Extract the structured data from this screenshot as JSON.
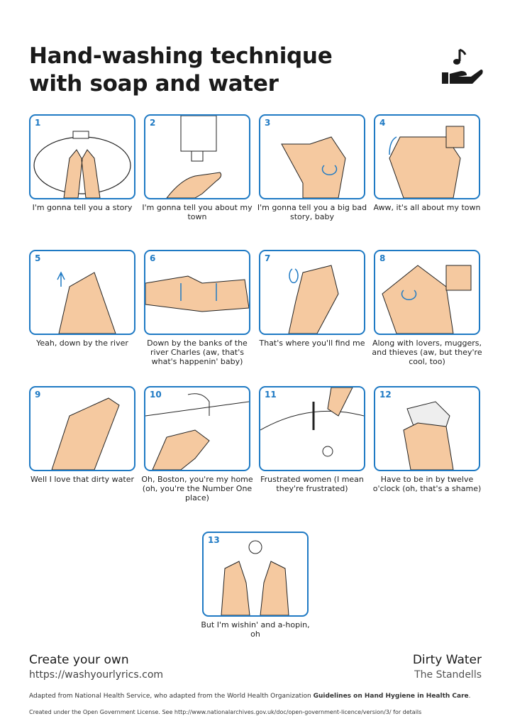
{
  "title_line1": "Hand-washing technique",
  "title_line2": "with soap and water",
  "colors": {
    "accent": "#1f7ac4",
    "skin": "#f5c9a0"
  },
  "steps": [
    {
      "number": "1",
      "caption": "I'm gonna tell you a story"
    },
    {
      "number": "2",
      "caption": "I'm gonna tell you about my town"
    },
    {
      "number": "3",
      "caption": "I'm gonna tell you a big bad story, baby"
    },
    {
      "number": "4",
      "caption": "Aww, it's all about my town"
    },
    {
      "number": "5",
      "caption": "Yeah, down by the river"
    },
    {
      "number": "6",
      "caption": "Down by the banks of the river Charles (aw, that's what's happenin' baby)"
    },
    {
      "number": "7",
      "caption": "That's where you'll find me"
    },
    {
      "number": "8",
      "caption": "Along with lovers, muggers, and thieves (aw, but they're cool, too)"
    },
    {
      "number": "9",
      "caption": "Well I love that dirty water"
    },
    {
      "number": "10",
      "caption": "Oh, Boston, you're my home (oh, you're the Number One place)"
    },
    {
      "number": "11",
      "caption": "Frustrated women (I mean they're frustrated)"
    },
    {
      "number": "12",
      "caption": "Have to be in by twelve o'clock (oh, that's a shame)"
    },
    {
      "number": "13",
      "caption": "But I'm wishin' and a-hopin, oh"
    }
  ],
  "footer": {
    "create": "Create your own",
    "url": "https://washyourlyrics.com",
    "song": "Dirty Water",
    "artist": "The Standells",
    "credit_prefix": "Adapted from National Health Service, who adapted from the World Health Organization ",
    "credit_bold": "Guidelines on Hand Hygiene in Health Care",
    "credit_suffix": ".",
    "license": "Created under the Open Government License. See http://www.nationalarchives.gov.uk/doc/open-government-licence/version/3/ for details"
  }
}
